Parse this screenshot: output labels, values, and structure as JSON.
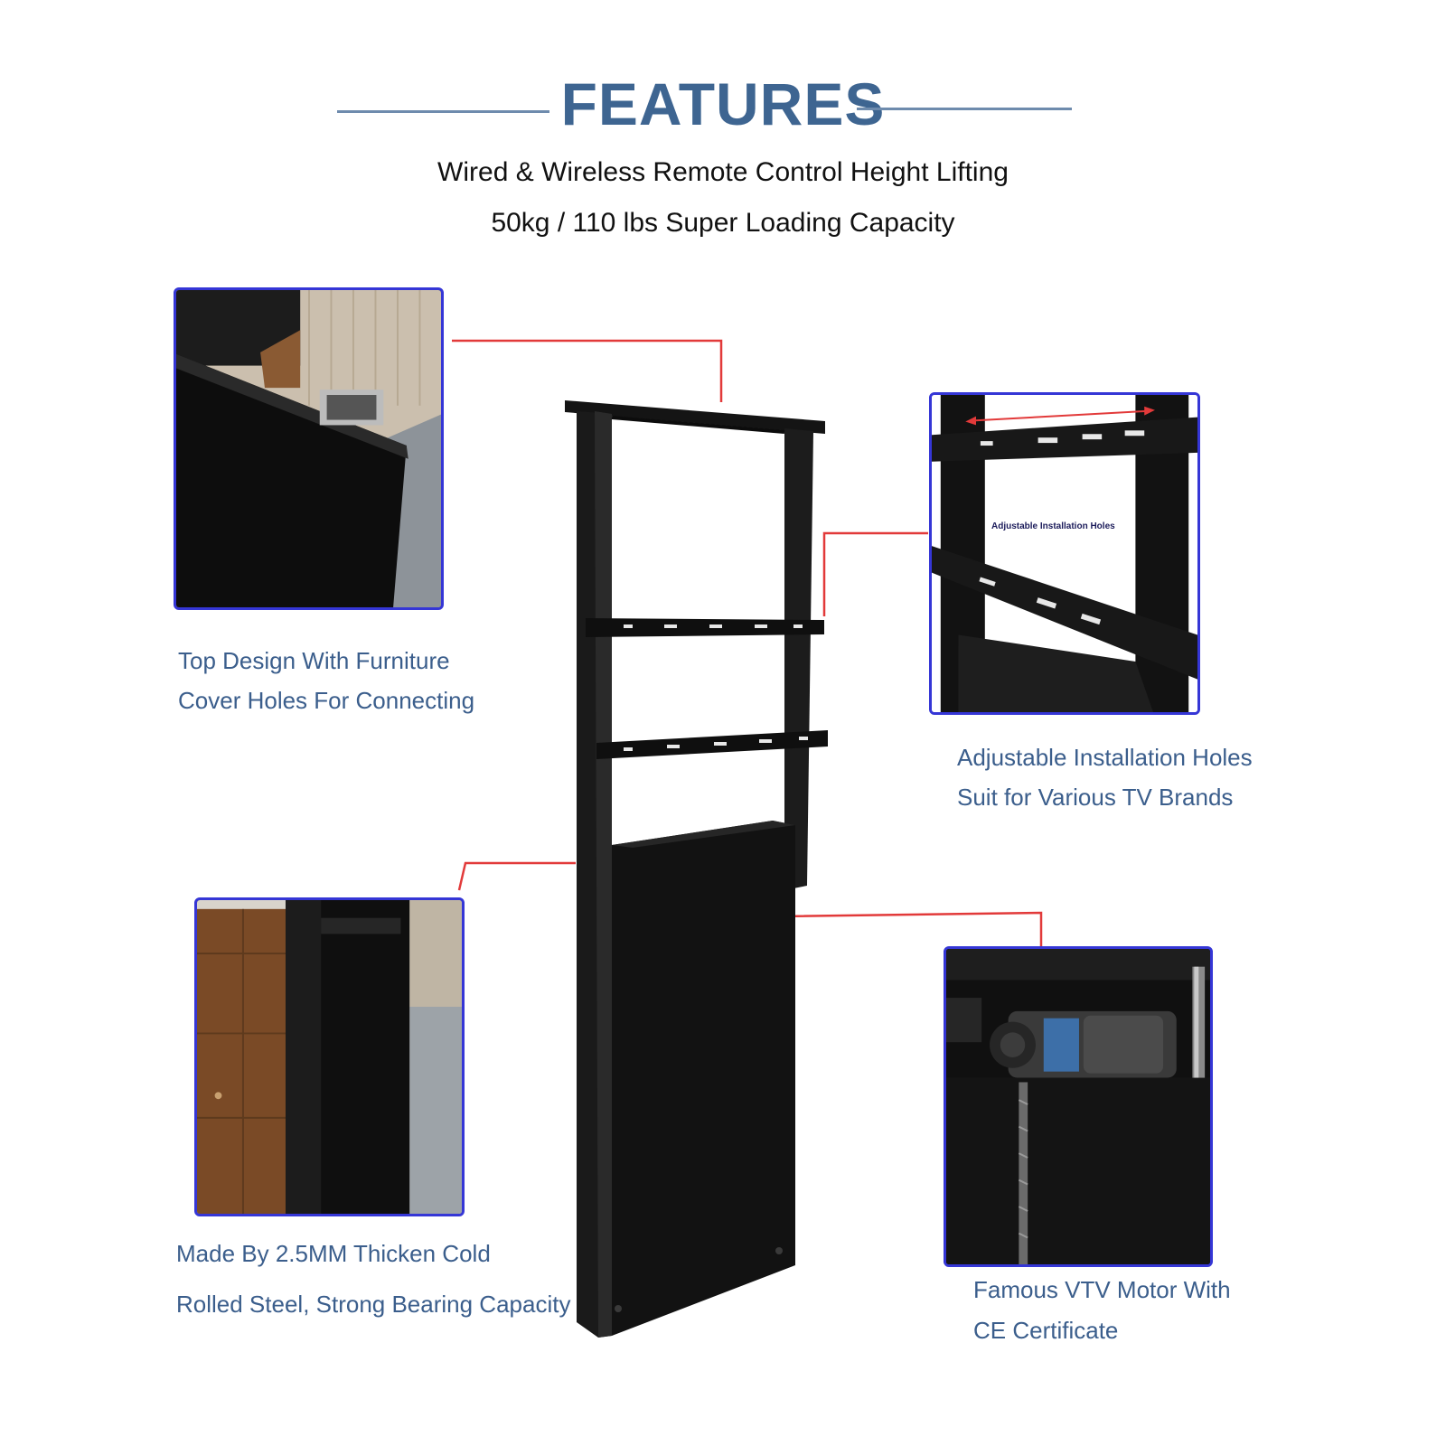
{
  "header": {
    "title": "FEATURES",
    "subtitle_line1": "Wired & Wireless Remote Control  Height Lifting",
    "subtitle_line2": "50kg / 110 lbs Super Loading Capacity"
  },
  "features": {
    "top_left": {
      "line1": "Top Design With Furniture",
      "line2": "Cover Holes For Connecting"
    },
    "top_right": {
      "inner_label": "Adjustable Installation Holes",
      "line1": "Adjustable Installation Holes",
      "line2": "Suit for Various TV Brands"
    },
    "bottom_left": {
      "line1": "Made By 2.5MM Thicken Cold",
      "line2": "Rolled Steel, Strong Bearing Capacity"
    },
    "bottom_right": {
      "line1": "Famous VTV Motor With",
      "line2": "CE Certificate"
    }
  },
  "colors": {
    "title_blue": "#3e6591",
    "caption_blue": "#3b5e8c",
    "frame_blue": "#3536d6",
    "connector_red": "#e23a3a"
  }
}
